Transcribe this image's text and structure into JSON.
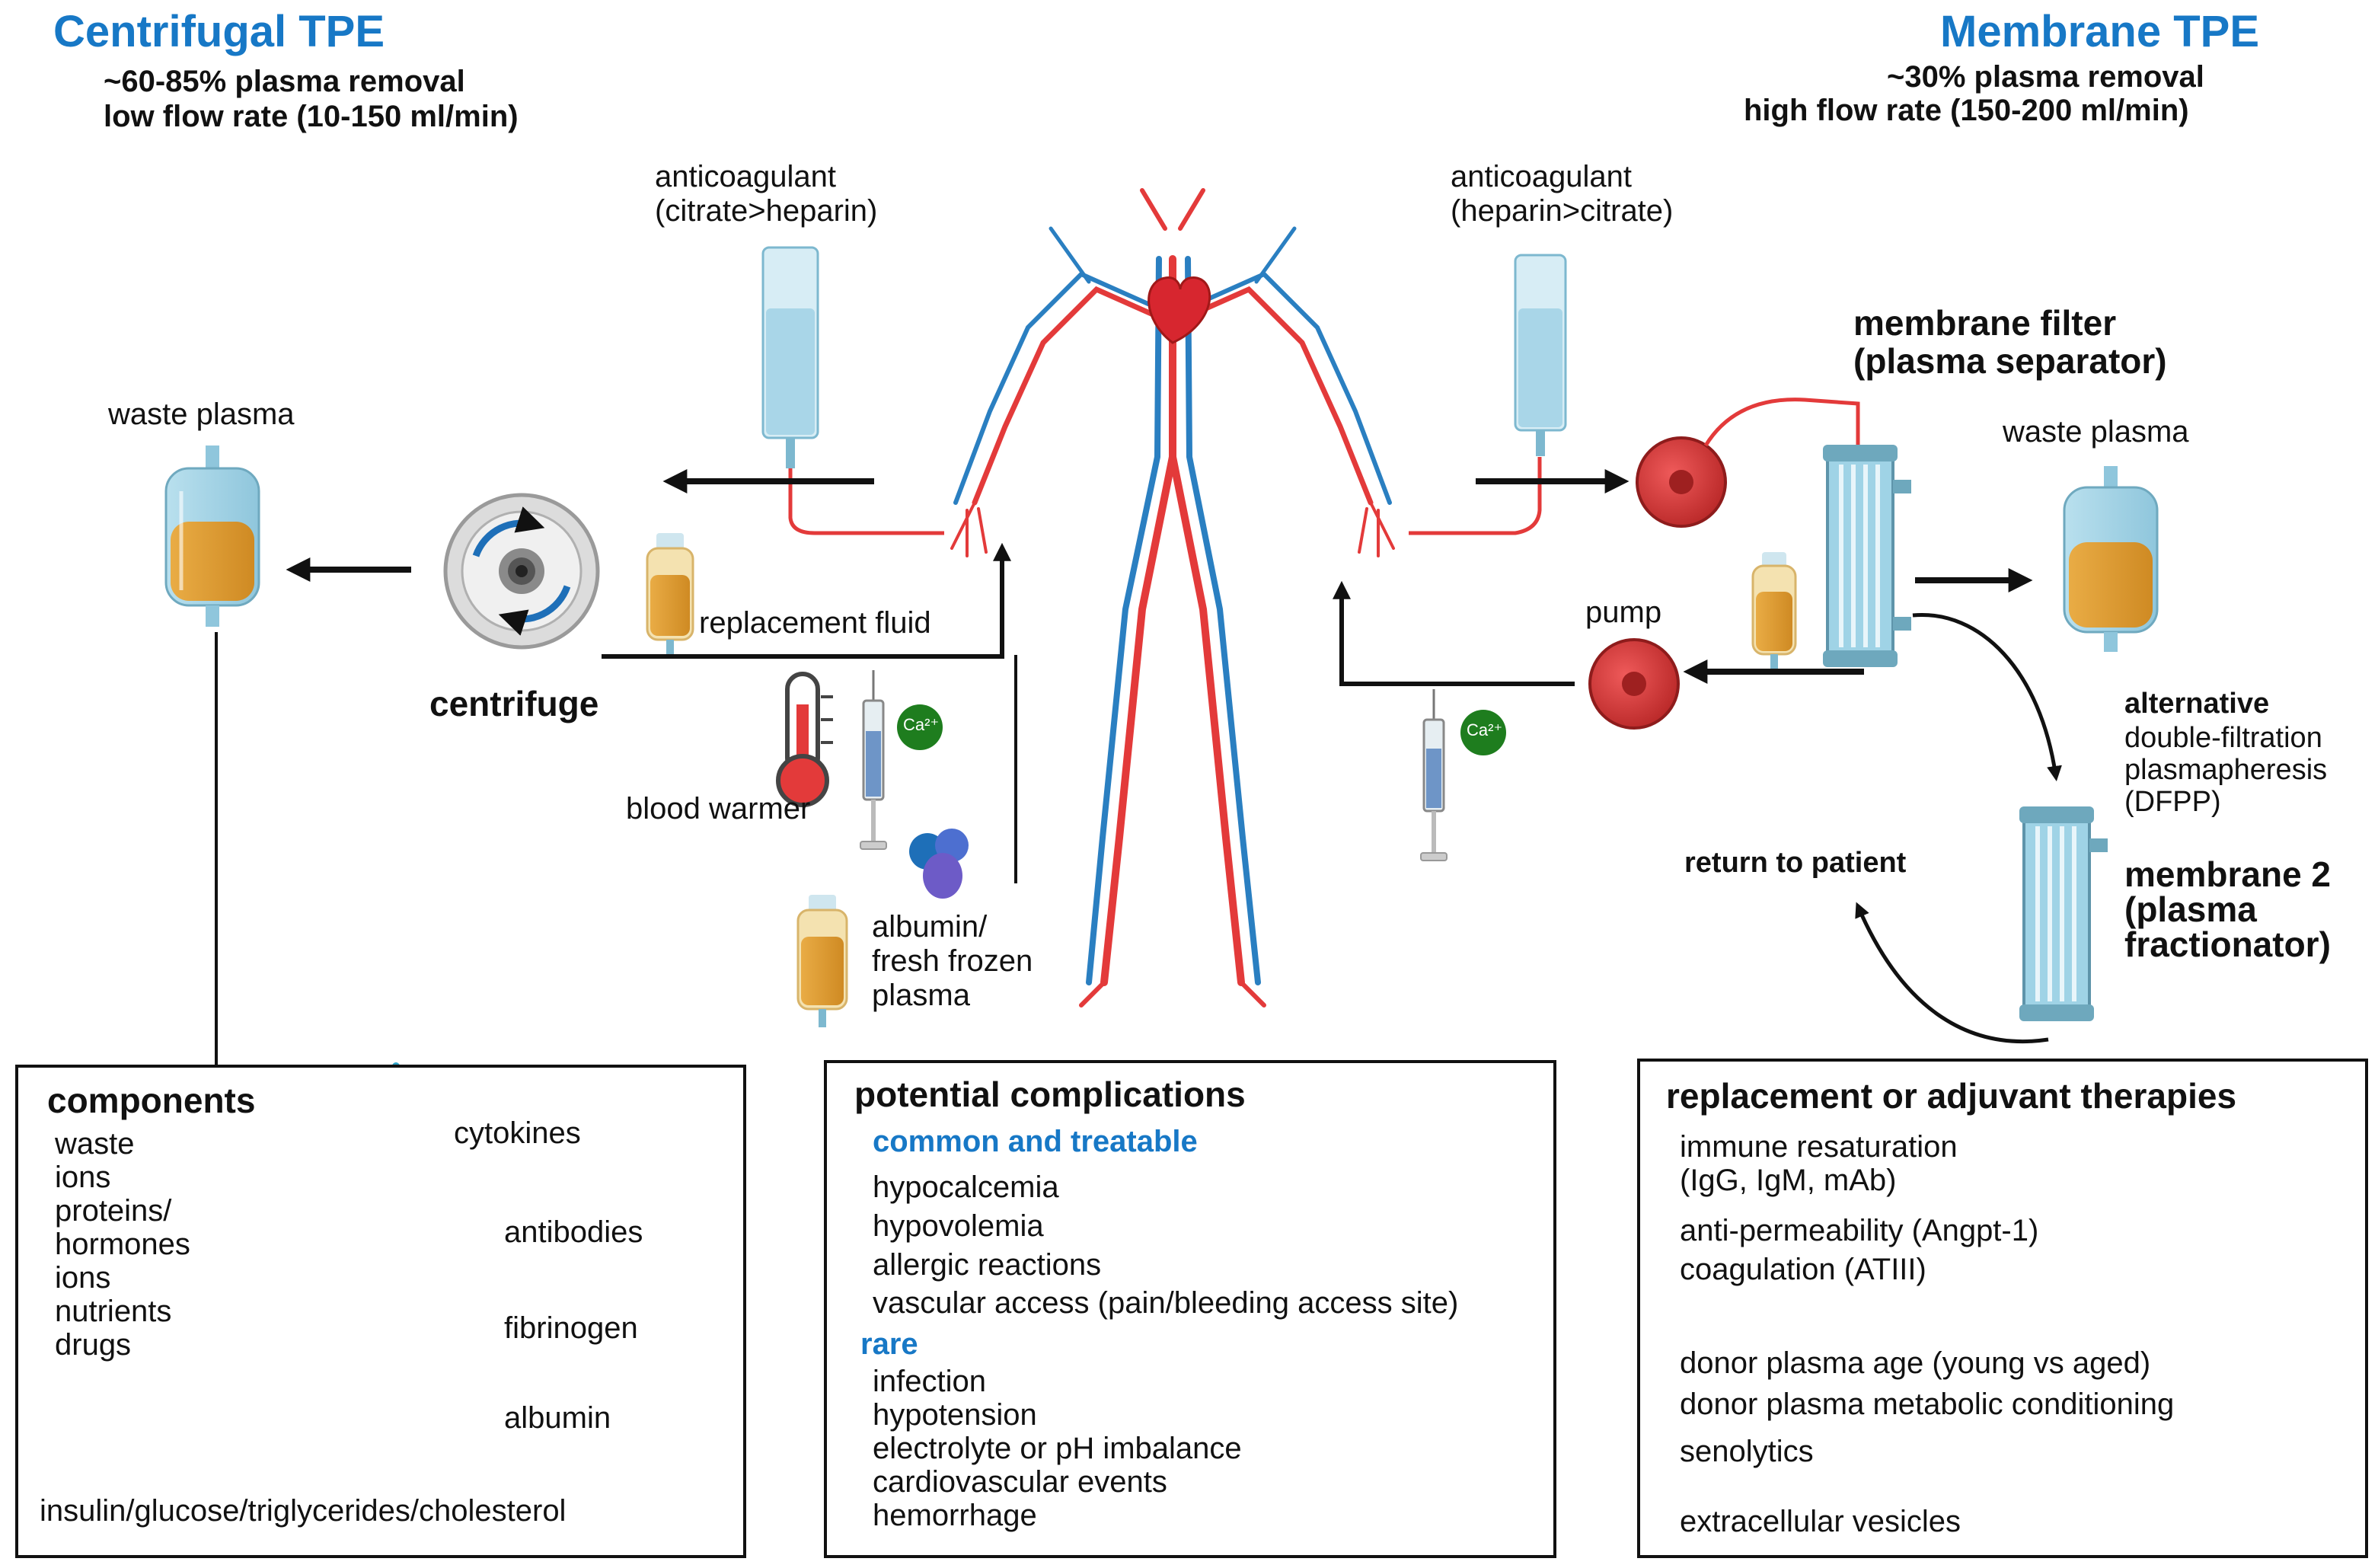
{
  "left_header": {
    "title": "Centrifugal TPE",
    "line1": "~60-85% plasma removal",
    "line2": "low flow rate (10-150 ml/min)"
  },
  "right_header": {
    "title": "Membrane TPE",
    "line1": "~30% plasma removal",
    "line2": "high flow rate (150-200 ml/min)"
  },
  "left_circuit": {
    "anticoagulant_line1": "anticoagulant",
    "anticoagulant_line2": "(citrate>heparin)",
    "waste_plasma": "waste plasma",
    "centrifuge": "centrifuge",
    "replacement_fluid": "replacement fluid",
    "blood_warmer": "blood warmer",
    "calcium": "Ca²⁺",
    "albumin_line1": "albumin/",
    "albumin_line2": "fresh frozen",
    "albumin_line3": "plasma"
  },
  "right_circuit": {
    "anticoagulant_line1": "anticoagulant",
    "anticoagulant_line2": "(heparin>citrate)",
    "membrane_filter_line1": "membrane filter",
    "membrane_filter_line2": "(plasma separator)",
    "waste_plasma": "waste plasma",
    "pump": "pump",
    "calcium": "Ca²⁺",
    "alternative_line1": "alternative",
    "alternative_line2": "double-filtration",
    "alternative_line3": "plasmapheresis",
    "alternative_line4": "(DFPP)",
    "return": "return to patient",
    "membrane2_line1": "membrane 2",
    "membrane2_line2": "(plasma",
    "membrane2_line3": "fractionator)"
  },
  "components_box": {
    "title": "components",
    "items": [
      "waste",
      "ions",
      "proteins/",
      "hormones",
      "ions",
      "nutrients",
      "drugs"
    ],
    "cytokines": "cytokines",
    "antibodies": "antibodies",
    "fibrinogen": "fibrinogen",
    "albumin": "albumin",
    "bottom": "insulin/glucose/triglycerides/cholesterol"
  },
  "complications_box": {
    "title": "potential complications",
    "common_heading": "common and treatable",
    "common": [
      "hypocalcemia",
      "hypovolemia",
      "allergic reactions",
      "vascular access (pain/bleeding access site)"
    ],
    "rare_heading": "rare",
    "rare": [
      "infection",
      "hypotension",
      "electrolyte or pH imbalance",
      "cardiovascular events",
      "hemorrhage"
    ]
  },
  "therapies_box": {
    "title": "replacement or adjuvant therapies",
    "immune_line1": "immune resaturation",
    "immune_line2": "(IgG, IgM, mAb)",
    "anti_permeability": "anti-permeability (Angpt-1)",
    "coagulation": "coagulation (ATIII)",
    "donor_age": "donor plasma age (young vs aged)",
    "donor_metabolic": "donor plasma metabolic conditioning",
    "senolytics": "senolytics",
    "vesicles": "extracellular vesicles"
  },
  "colors": {
    "header_blue": "#1778c6",
    "blood_red": "#e33a3a",
    "vein_blue": "#2a7fc1",
    "plasma_amber": "#e4a23a",
    "pump_red": "#d63a3a",
    "calcium_green": "#1e7d1e",
    "filter_blue": "#9fd3e6"
  }
}
